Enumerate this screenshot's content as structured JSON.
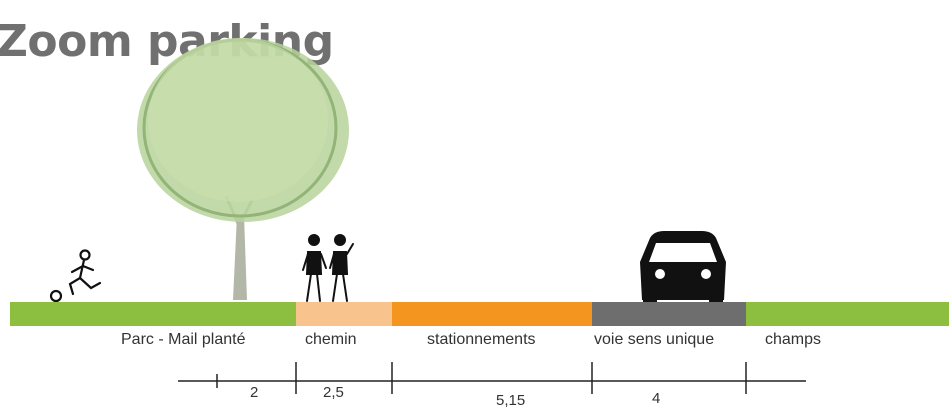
{
  "title": "Zoom parking",
  "segments": [
    {
      "label": "Parc - Mail planté",
      "width": "2",
      "color": "#8cbf3f"
    },
    {
      "label": "chemin",
      "width": "2,5",
      "color": "#f9c38e"
    },
    {
      "label": "stationnements",
      "width": "5,15",
      "color": "#f3951f"
    },
    {
      "label": "voie sens unique",
      "width": "4",
      "color": "#6e6e6e"
    },
    {
      "label": "champs",
      "color": "#8cbf3f"
    }
  ],
  "icons": [
    "tree-icon",
    "football-player-icon",
    "pedestrians-icon",
    "car-icon"
  ]
}
